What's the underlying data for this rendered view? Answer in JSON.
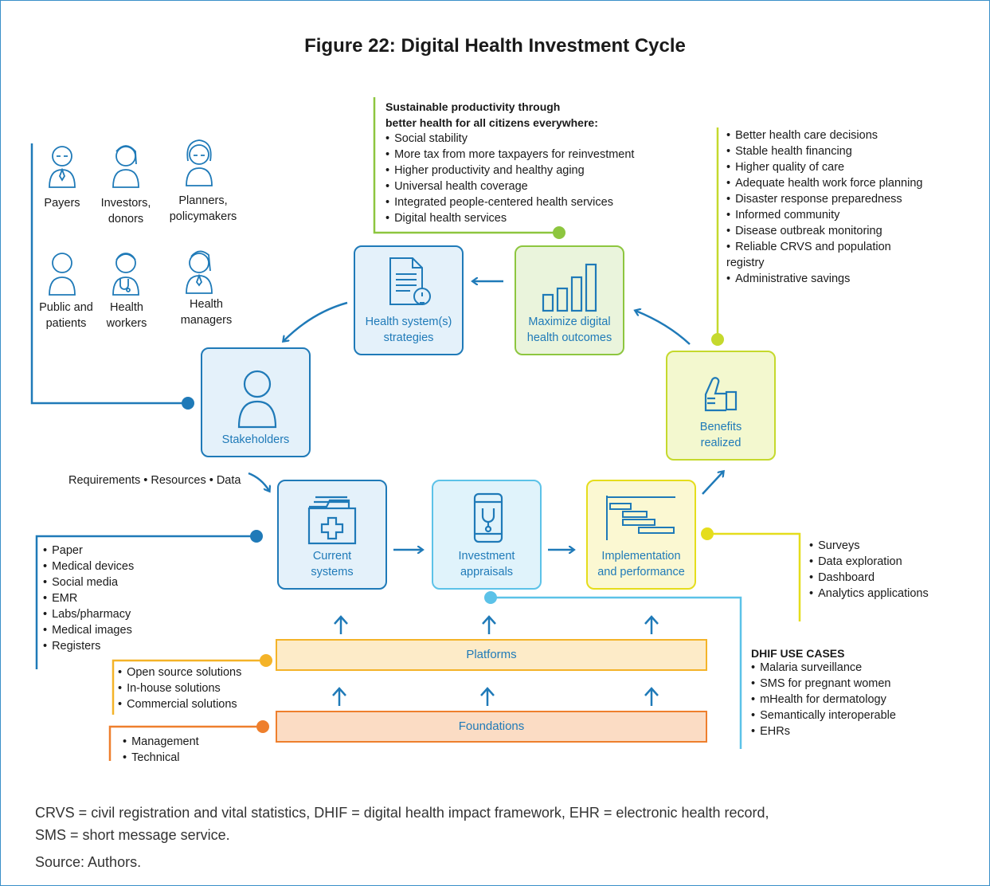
{
  "figure": {
    "title": "Figure 22: Digital Health Investment Cycle"
  },
  "stakeholder_icons": [
    {
      "label": "Payers"
    },
    {
      "label": "Investors,\ndonors"
    },
    {
      "label": "Planners,\npolicymakers"
    },
    {
      "label": "Public and\npatients"
    },
    {
      "label": "Health\nworkers"
    },
    {
      "label": "Health\nmanagers"
    }
  ],
  "boxes": {
    "strategies": "Health system(s)\nstrategies",
    "maximize": "Maximize digital\nhealth outcomes",
    "stakeholders": "Stakeholders",
    "benefits": "Benefits\nrealized",
    "current": "Current\nsystems",
    "appraisals": "Investment\nappraisals",
    "implementation": "Implementation\nand performance",
    "platforms": "Platforms",
    "foundations": "Foundations"
  },
  "productivity": {
    "heading": "Sustainable productivity through\nbetter health for all citizens everywhere:",
    "items": [
      "Social stability",
      "More tax from more taxpayers for reinvestment",
      "Higher productivity and healthy aging",
      "Universal health coverage",
      "Integrated people-centered health services",
      "Digital health services"
    ]
  },
  "benefits_list": [
    "Better health care decisions",
    "Stable health financing",
    "Higher quality of care",
    "Adequate health work force planning",
    "Disaster response preparedness",
    "Informed community",
    "Disease outbreak monitoring",
    "Reliable CRVS and population\nregistry",
    "Administrative savings"
  ],
  "flow_label": "Requirements • Resources  •  Data",
  "current_list": [
    "Paper",
    "Medical devices",
    "Social media",
    "EMR",
    "Labs/pharmacy",
    "Medical images",
    "Registers"
  ],
  "implementation_list": [
    "Surveys",
    "Data exploration",
    "Dashboard",
    "Analytics applications"
  ],
  "platform_list": [
    "Open source solutions",
    "In-house solutions",
    "Commercial solutions"
  ],
  "foundation_list": [
    "Management",
    "Technical"
  ],
  "use_cases": {
    "heading": "DHIF USE CASES",
    "items": [
      "Malaria surveillance",
      "SMS for pregnant women",
      "mHealth for dermatology",
      "Semantically interoperable",
      "EHRs"
    ]
  },
  "footnote": "CRVS = civil registration and vital statistics, DHIF = digital health impact framework, EHR = electronic health record,\nSMS = short message service.",
  "source": "Source: Authors.",
  "colors": {
    "blue": "#1f7ab8",
    "light_blue": "#5cc2e8",
    "green": "#8dc63f",
    "lime": "#c5d92d",
    "yellow": "#e5dd1c",
    "orange": "#f4b328",
    "dark_orange": "#ee7f2d"
  }
}
